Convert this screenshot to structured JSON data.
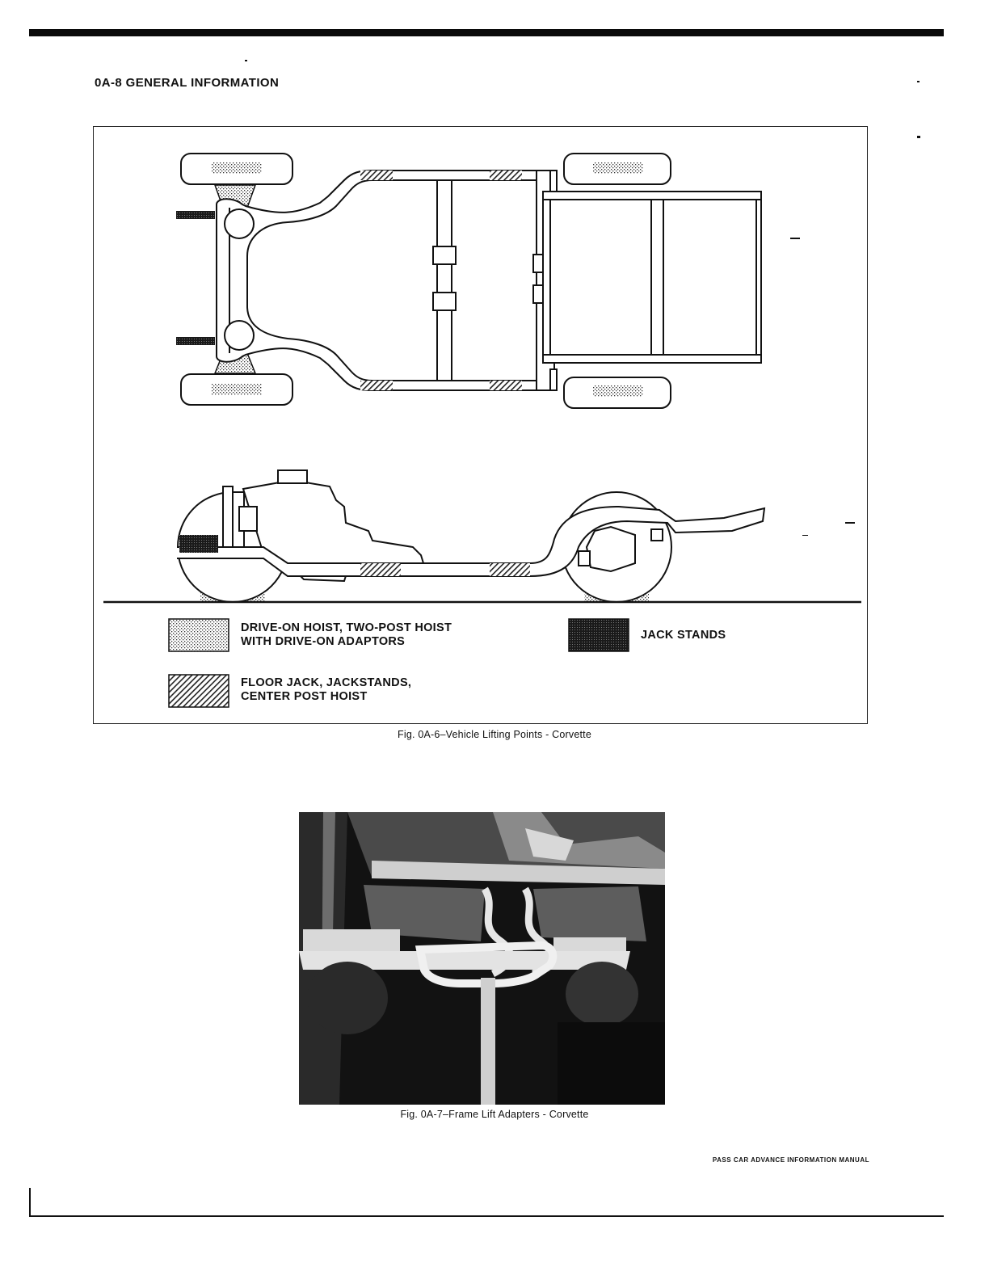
{
  "page": {
    "heading": "0A-8  GENERAL INFORMATION",
    "footer": "PASS CAR ADVANCE INFORMATION MANUAL"
  },
  "figure1": {
    "caption": "Fig. 0A-6–Vehicle Lifting Points - Corvette",
    "legend": [
      {
        "pattern": "dotted",
        "line1": "DRIVE-ON HOIST, TWO-POST HOIST",
        "line2": "WITH DRIVE-ON ADAPTORS"
      },
      {
        "pattern": "dark",
        "line1": "JACK STANDS",
        "line2": ""
      },
      {
        "pattern": "hatched",
        "line1": "FLOOR JACK, JACKSTANDS,",
        "line2": "CENTER POST HOIST"
      }
    ]
  },
  "figure2": {
    "caption": "Fig. 0A-7–Frame Lift Adapters - Corvette"
  }
}
